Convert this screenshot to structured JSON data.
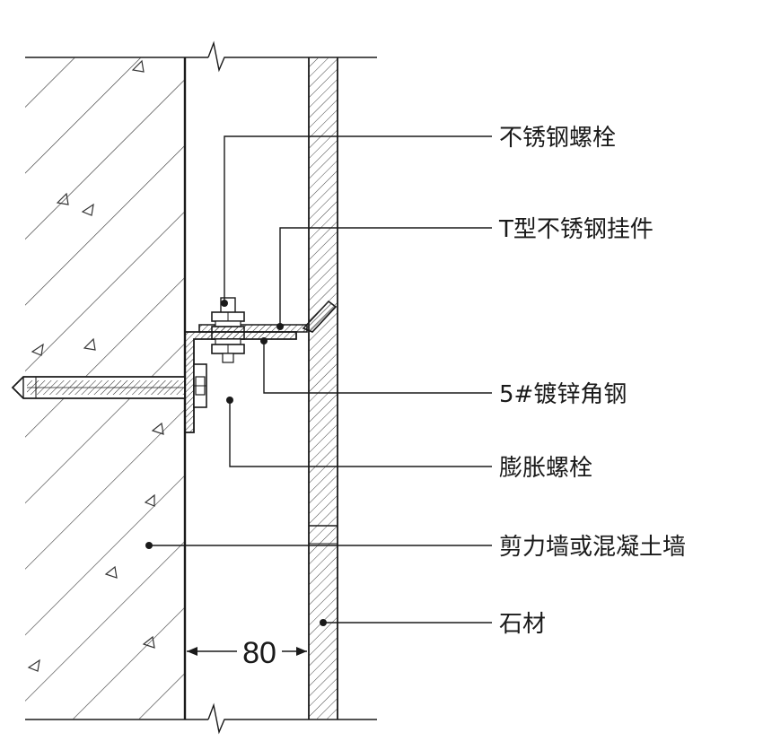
{
  "diagram": {
    "labels": [
      {
        "id": "stainless-bolt",
        "text": "不锈钢螺栓"
      },
      {
        "id": "t-hanger",
        "text": "T型不锈钢挂件"
      },
      {
        "id": "angle-steel",
        "text": "5#镀锌角钢"
      },
      {
        "id": "expansion-bolt",
        "text": "膨胀螺栓"
      },
      {
        "id": "shear-wall",
        "text": "剪力墙或混凝土墙"
      },
      {
        "id": "stone",
        "text": "石材"
      }
    ],
    "dimension": {
      "value": "80"
    }
  }
}
